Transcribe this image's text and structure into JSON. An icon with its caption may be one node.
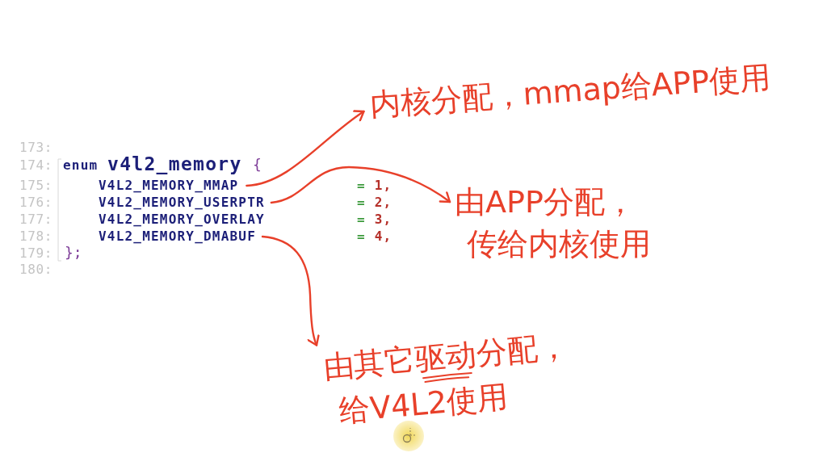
{
  "diagram": {
    "nodes": [
      {
        "text": [
          "V4L2_MEMORY_MMAP"
        ]
      },
      {
        "text": [
          "V4L2_MEMORY_USERPTR"
        ]
      },
      {
        "text": [
          "V4L2_MEMORY_DMABUF"
        ]
      },
      {
        "text": [
          "内核分配，mmap给APP使用"
        ]
      },
      {
        "text": [
          "由APP分配，传给内核使用"
        ]
      },
      {
        "text": [
          "由其它驱动分配，给V4L2使用"
        ]
      }
    ],
    "edges": [
      {
        "from": 0,
        "to": 3,
        "arrow": "to"
      },
      {
        "from": 1,
        "to": 4,
        "arrow": "to"
      },
      {
        "from": 2,
        "to": 5,
        "arrow": "to"
      }
    ],
    "labels": [
      "173:",
      "174:",
      "enum",
      "v4l2_memory",
      "{",
      "175:",
      "= 1,",
      "176:",
      "= 2,",
      "177:",
      "V4L2_MEMORY_OVERLAY",
      "= 3,",
      "178:",
      "= 4,",
      "179:",
      "};",
      "180:"
    ]
  }
}
